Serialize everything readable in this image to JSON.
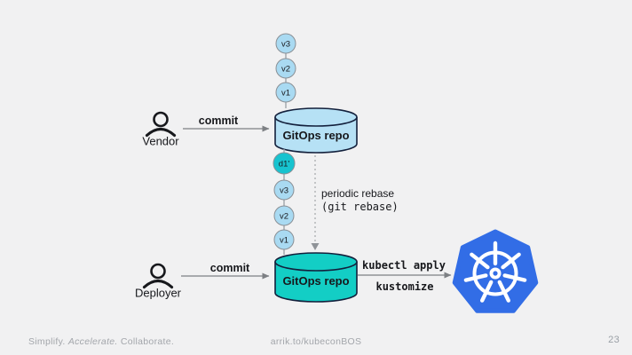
{
  "slide": {
    "background_color": "#f1f1f2",
    "page_number": "23"
  },
  "footer": {
    "tagline_part1": "Simplify.",
    "tagline_part2": "Accelerate.",
    "tagline_part3": "Collaborate.",
    "link": "arrik.to/kubeconBOS"
  },
  "diagram": {
    "vendor": {
      "label": "Vendor",
      "commit_label": "commit"
    },
    "deployer": {
      "label": "Deployer",
      "commit_label": "commit"
    },
    "vendor_repo_label": "GitOps repo",
    "deployer_repo_label": "GitOps repo",
    "vendor_chain": [
      "v3",
      "v2",
      "v1"
    ],
    "deployer_chain": [
      "d1'",
      "v3",
      "v2",
      "v1"
    ],
    "rebase_label_line1": "periodic rebase",
    "rebase_label_line2": "(git rebase)",
    "apply_label_line1": "kubectl apply",
    "apply_label_line2": "kustomize",
    "kubernetes_logo_name": "kubernetes",
    "colors": {
      "vendor_repo_fill": "#b6e1f5",
      "deployer_repo_fill": "#13cec5",
      "version_circle_fill": "#a9daf2",
      "diff_circle_fill": "#17c3cf",
      "kubernetes_blue": "#326de6",
      "cylinder_stroke": "#13203c",
      "arrow_gray": "#7d8084"
    }
  }
}
